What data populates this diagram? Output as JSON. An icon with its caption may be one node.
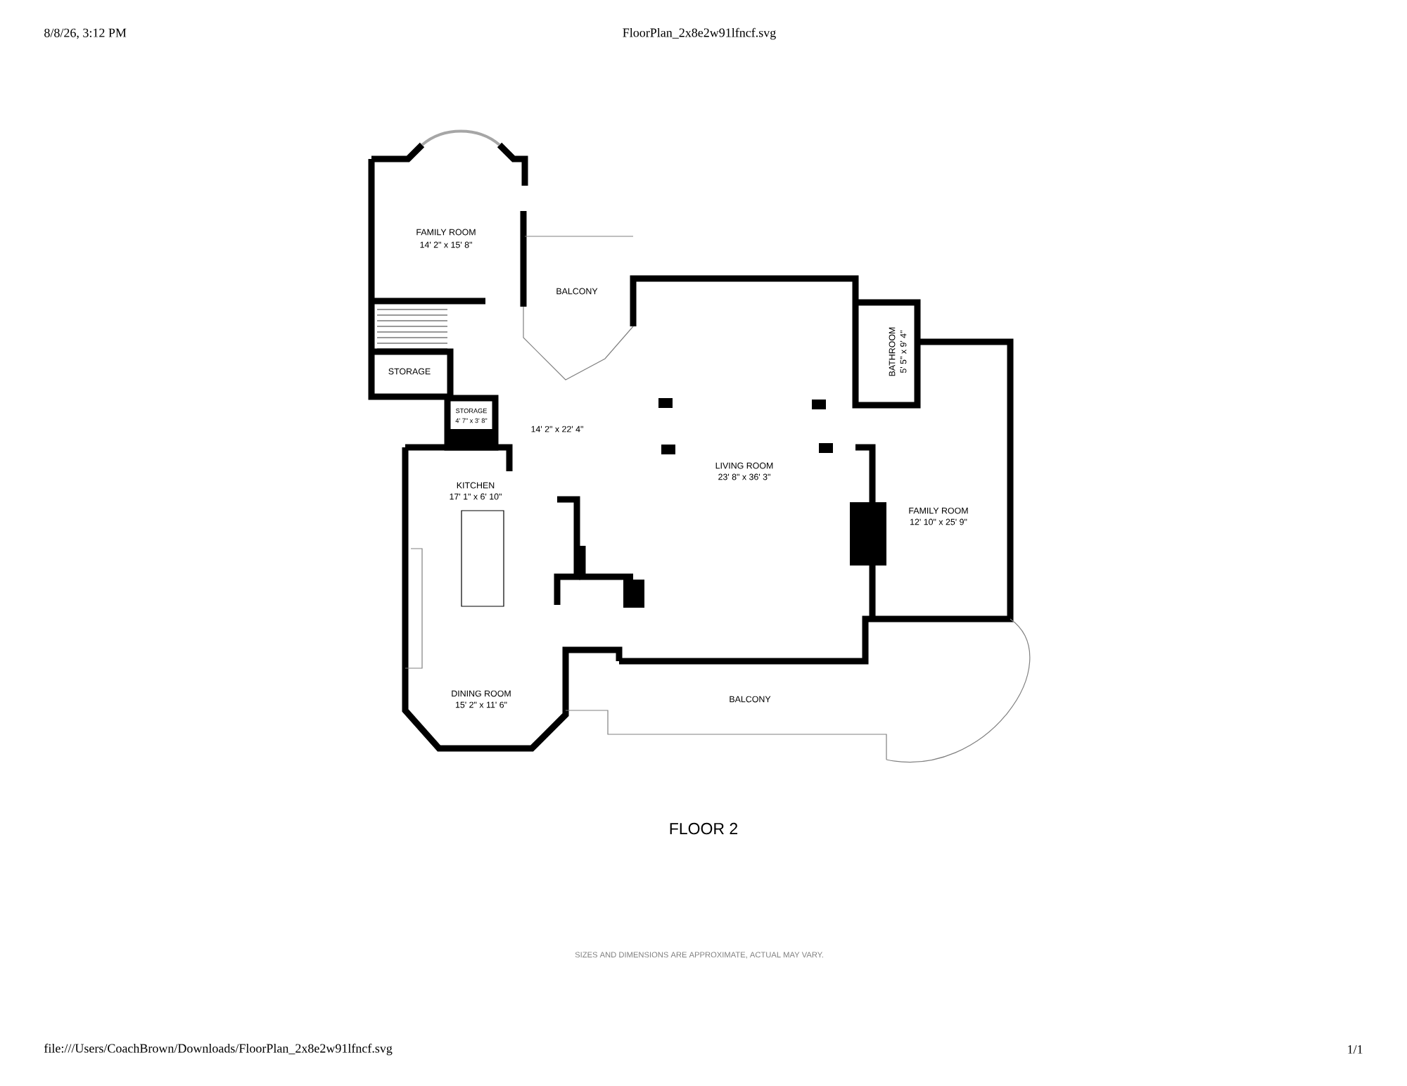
{
  "diagram": {
    "labels": [
      "8/8/26, 3:12 PM",
      "FloorPlan_2x8e2w91lfncf.svg",
      "FAMILY ROOM",
      "14' 2\" x 15' 8\"",
      "BALCONY",
      "STORAGE",
      "STORAGE",
      "4' 7\" x 3' 8\"",
      "14' 2\" x 22' 4\"",
      "BATHROOM",
      "5' 5\" x 9' 4\"",
      "KITCHEN",
      "17' 1\" x 6' 10\"",
      "LIVING ROOM",
      "23' 8\" x 36' 3\"",
      "FAMILY ROOM",
      "12' 10\" x 25' 9\"",
      "DINING ROOM",
      "15' 2\" x 11' 6\"",
      "BALCONY",
      "FLOOR 2",
      "SIZES AND DIMENSIONS ARE APPROXIMATE, ACTUAL MAY VARY.",
      "file:///Users/CoachBrown/Downloads/FloorPlan_2x8e2w91lfncf.svg",
      "1/1"
    ]
  }
}
